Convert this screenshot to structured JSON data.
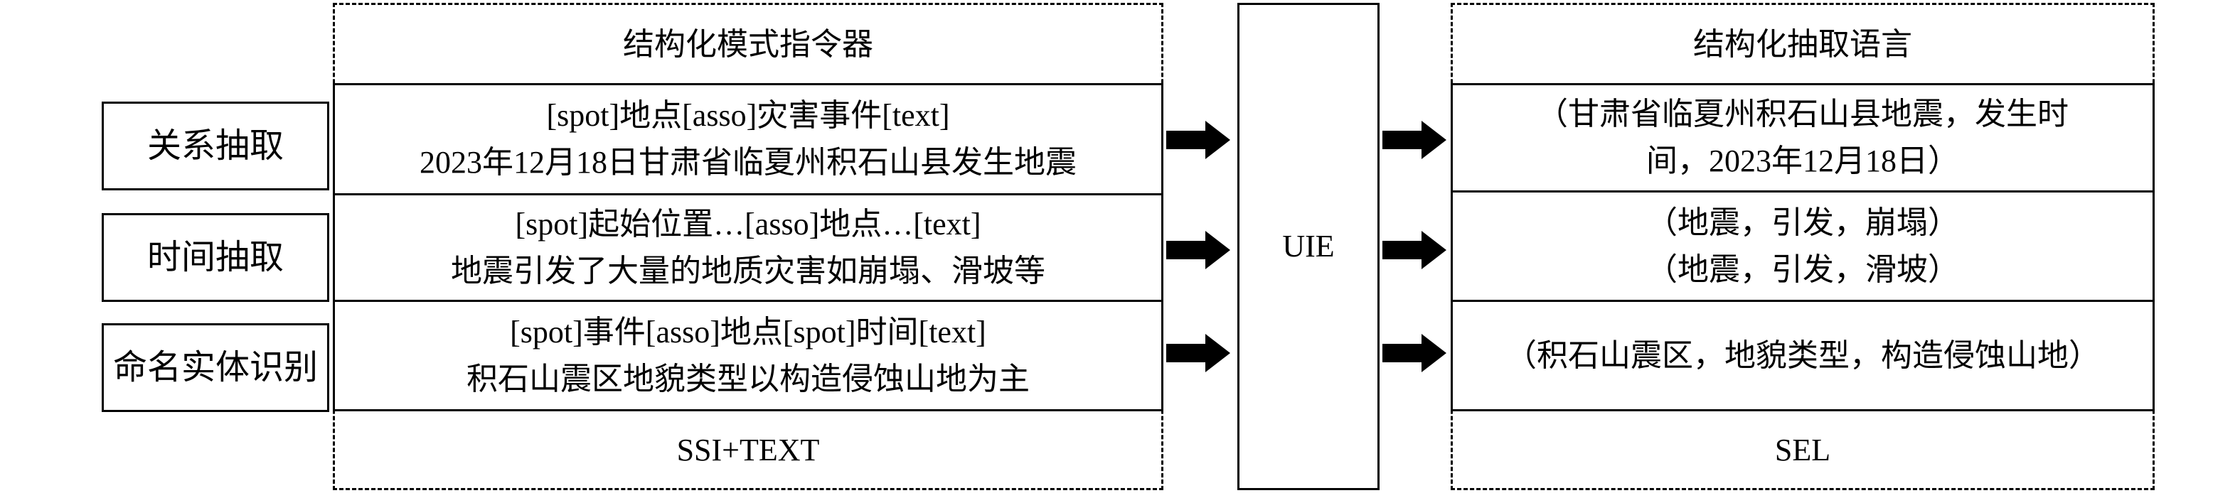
{
  "left_labels": [
    "关系抽取",
    "时间抽取",
    "命名实体识别"
  ],
  "left_panel": {
    "title": "结构化模式指令器",
    "footer": "SSI+TEXT",
    "rows": [
      {
        "line1": "[spot]地点[asso]灾害事件[text]",
        "line2": "2023年12月18日甘肃省临夏州积石山县发生地震"
      },
      {
        "line1": "[spot]起始位置…[asso]地点…[text]",
        "line2": "地震引发了大量的地质灾害如崩塌、滑坡等"
      },
      {
        "line1": "[spot]事件[asso]地点[spot]时间[text]",
        "line2": "积石山震区地貌类型以构造侵蚀山地为主"
      }
    ]
  },
  "center": {
    "label": "UIE"
  },
  "right_panel": {
    "title": "结构化抽取语言",
    "footer": "SEL",
    "rows": [
      {
        "line1": "（甘肃省临夏州积石山县地震，发生时",
        "line2": "间，2023年12月18日）"
      },
      {
        "line1": "（地震，引发，崩塌）",
        "line2": "（地震，引发，滑坡）"
      },
      {
        "line1": "（积石山震区，地貌类型，构造侵蚀山地）",
        "line2": ""
      }
    ]
  }
}
